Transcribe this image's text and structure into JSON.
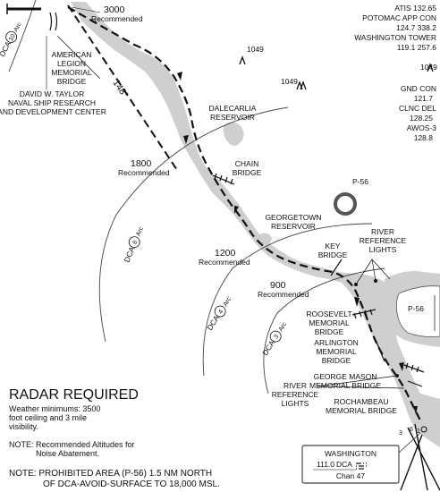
{
  "frequencies_top": {
    "lines": [
      "ATIS 132.65",
      "POTOMAC APP CON",
      "124.7  338.2",
      "WASHINGTON TOWER",
      "119.1  257.6"
    ]
  },
  "frequencies_mid": {
    "lines": [
      "GND CON",
      "121.7",
      "CLNC DEL",
      "128.25",
      "AWOS-3",
      "128.8"
    ]
  },
  "obstacles": [
    "1049",
    "1049",
    "1049"
  ],
  "route": {
    "course": "148°",
    "altitudes": [
      {
        "value": "3000",
        "note": "Recommended"
      },
      {
        "value": "1800",
        "note": "Recommended"
      },
      {
        "value": "1200",
        "note": "Recommended"
      },
      {
        "value": "900",
        "note": "Recommended"
      }
    ]
  },
  "arcs": {
    "dca10": {
      "prefix": "DCA",
      "num": "10",
      "suffix": "Arc"
    },
    "dca6": {
      "prefix": "DCA",
      "num": "6",
      "suffix": "Arc"
    },
    "dca4": {
      "prefix": "DCA",
      "num": "4",
      "suffix": "Arc"
    },
    "dca3": {
      "prefix": "DCA",
      "num": "3",
      "suffix": "Arc"
    }
  },
  "landmarks": {
    "american_legion": [
      "AMERICAN",
      "LEGION",
      "MEMORIAL",
      "BRIDGE"
    ],
    "david_taylor": [
      "DAVID W. TAYLOR",
      "NAVAL SHIP RESEARCH",
      "AND DEVELOPMENT CENTER"
    ],
    "dalecarlia": [
      "DALECARLIA",
      "RESERVOIR"
    ],
    "chain_bridge": [
      "CHAIN",
      "BRIDGE"
    ],
    "georgetown": [
      "GEORGETOWN",
      "RESERVOIR"
    ],
    "key_bridge": [
      "KEY",
      "BRIDGE"
    ],
    "river_lights_top": [
      "RIVER",
      "REFERENCE",
      "LIGHTS"
    ],
    "roosevelt": [
      "ROOSEVELT",
      "MEMORIAL",
      "BRIDGE"
    ],
    "arlington": [
      "ARLINGTON",
      "MEMORIAL",
      "BRIDGE"
    ],
    "george_mason": [
      "GEORGE MASON",
      "MEMORIAL BRIDGE"
    ],
    "river_lights_bottom": [
      "RIVER",
      "REFERENCE",
      "LIGHTS"
    ],
    "rochambeau": [
      "ROCHAMBEAU",
      "MEMORIAL BRIDGE"
    ],
    "p56_north": "P-56",
    "p56_south": "P-56"
  },
  "radar_required": {
    "title": "RADAR REQUIRED",
    "minimums": [
      "Weather minimums: 3500",
      "foot ceiling and 3 mile",
      "visibility."
    ]
  },
  "notes": {
    "recommended": [
      "NOTE: Recommended Altitudes for",
      "Noise Abatement."
    ],
    "prohibited": [
      "NOTE: PROHIBITED AREA (P-56) 1.5 NM NORTH",
      "OF DCA-AVOID-SURFACE TO 18,000 MSL."
    ]
  },
  "vor": {
    "title": "WASHINGTON",
    "freq": "111.0",
    "ident": "DCA",
    "channel": "Chan 47"
  },
  "runway_labels": [
    "3",
    "6",
    "1"
  ]
}
